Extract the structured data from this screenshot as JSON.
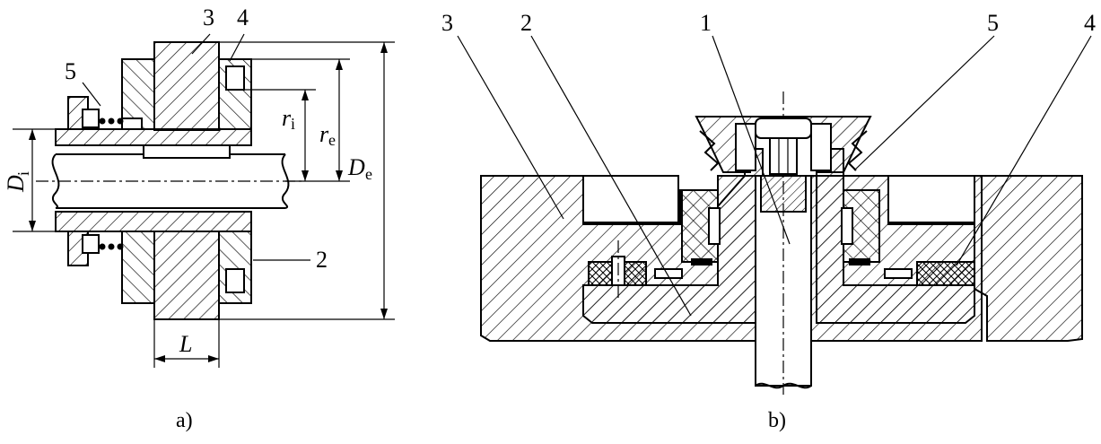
{
  "figure_a": {
    "caption": "a)",
    "callouts": {
      "c3": "3",
      "c4": "4",
      "c5": "5",
      "c2": "2"
    },
    "dims": {
      "Di_main": "D",
      "Di_sub": "i",
      "De_main": "D",
      "De_sub": "e",
      "ri_main": "r",
      "ri_sub": "i",
      "re_main": "r",
      "re_sub": "e",
      "L": "L"
    }
  },
  "figure_b": {
    "caption": "b)",
    "callouts": {
      "c3": "3",
      "c2": "2",
      "c1": "1",
      "c5": "5",
      "c4": "4"
    }
  }
}
